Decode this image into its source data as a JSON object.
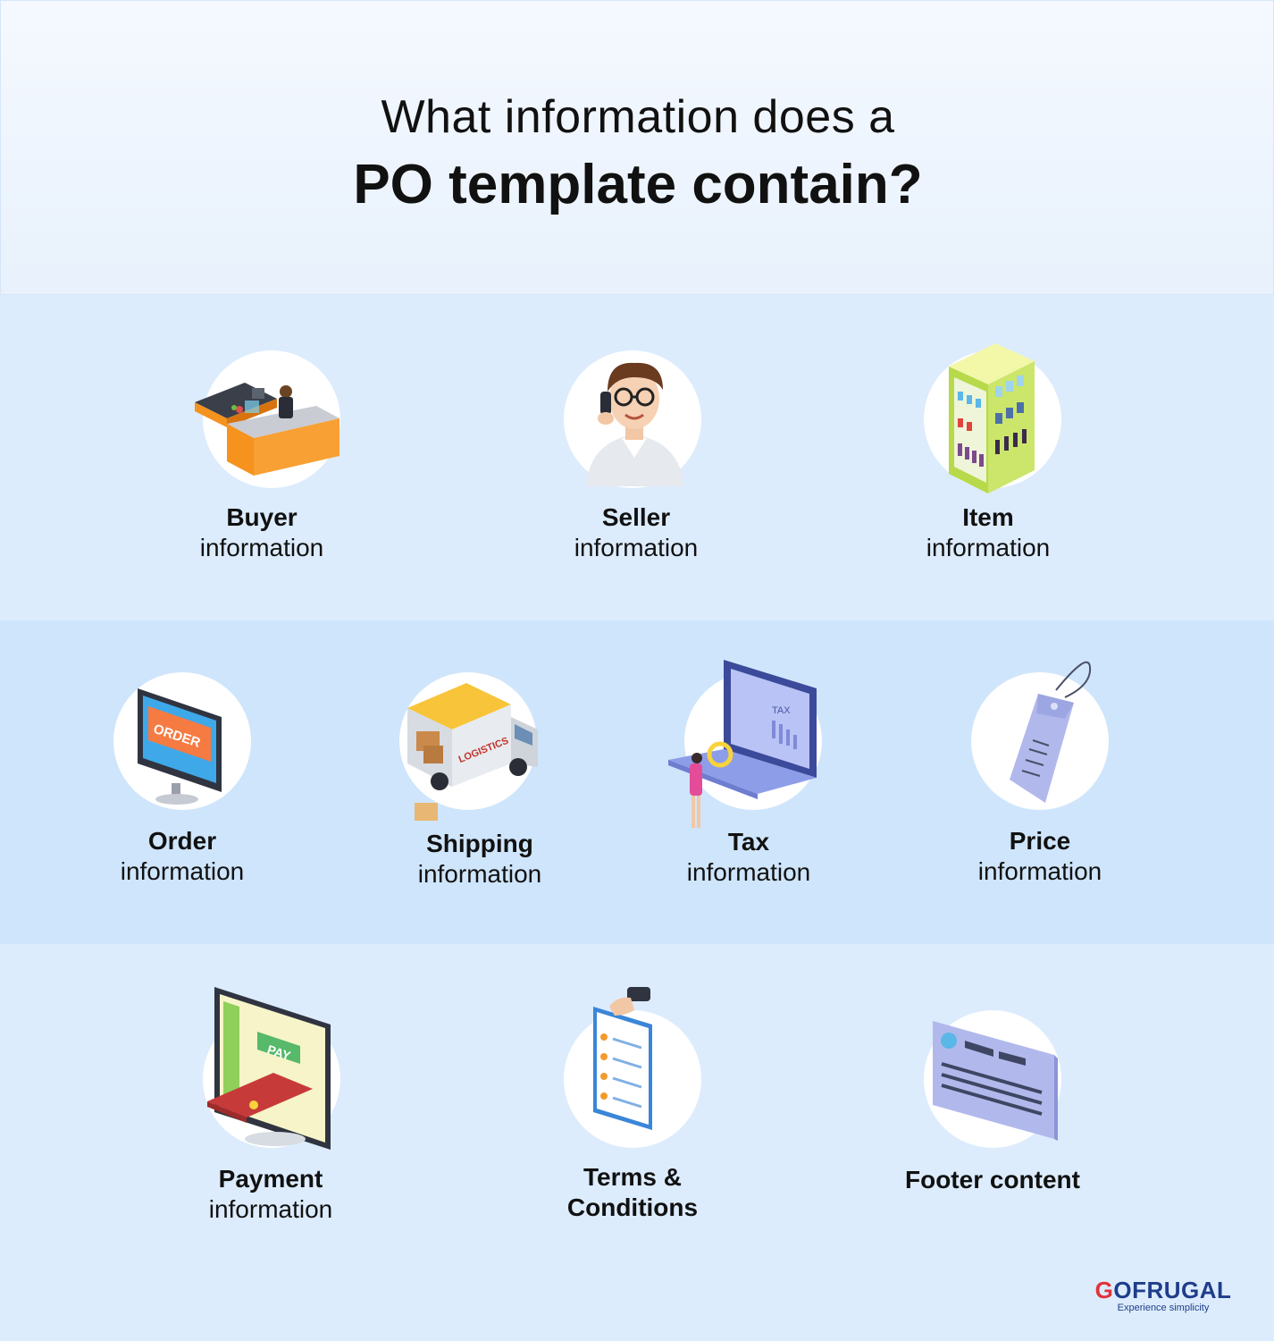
{
  "heading": {
    "line1": "What information does a",
    "line2": "PO template contain?"
  },
  "items": [
    {
      "bold": "Buyer",
      "normal": "information",
      "icon": "cashier-counter-icon"
    },
    {
      "bold": "Seller",
      "normal": "information",
      "icon": "salesman-on-phone-icon"
    },
    {
      "bold": "Item",
      "normal": "information",
      "icon": "product-shelf-icon"
    },
    {
      "bold": "Order",
      "normal": "information",
      "icon": "order-monitor-icon",
      "screen_text": "ORDER"
    },
    {
      "bold": "Shipping",
      "normal": "information",
      "icon": "logistics-truck-icon",
      "screen_text": "LOGISTICS"
    },
    {
      "bold": "Tax",
      "normal": "information",
      "icon": "tax-laptop-icon",
      "screen_text": "TAX"
    },
    {
      "bold": "Price",
      "normal": "information",
      "icon": "price-tag-icon"
    },
    {
      "bold": "Payment",
      "normal": "information",
      "icon": "payment-terminal-icon",
      "screen_text": "PAY"
    },
    {
      "bold": "Terms &",
      "normal": "Conditions",
      "icon": "checklist-document-icon"
    },
    {
      "bold": "Footer content",
      "normal": "",
      "icon": "footer-card-icon"
    }
  ],
  "brand": {
    "name_first": "G",
    "name_rest": "OFRUGAL",
    "tagline": "Experience simplicity"
  },
  "colors": {
    "header_bg": "#f3f8fe",
    "row_light": "#dcecfd",
    "row_mid": "#cfe5fb",
    "brand_blue": "#1f3d8a",
    "brand_red": "#e2323a"
  }
}
